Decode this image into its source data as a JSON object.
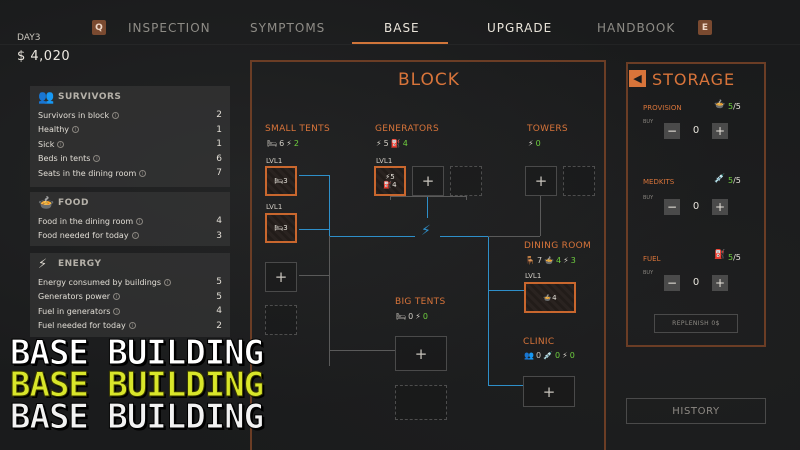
{
  "nav": {
    "left_key": "Q",
    "right_key": "E",
    "tabs": [
      "INSPECTION",
      "SYMPTOMS",
      "BASE",
      "UPGRADE",
      "HANDBOOK"
    ]
  },
  "status": {
    "day": "DAY3",
    "money": "$ 4,020"
  },
  "survivors": {
    "title": "SURVIVORS",
    "rows": [
      {
        "label": "Survivors in block",
        "value": "2"
      },
      {
        "label": "Healthy",
        "value": "1"
      },
      {
        "label": "Sick",
        "value": "1"
      },
      {
        "label": "Beds in tents",
        "value": "6"
      },
      {
        "label": "Seats in the dining room",
        "value": "7"
      }
    ]
  },
  "food": {
    "title": "FOOD",
    "rows": [
      {
        "label": "Food in the dining room",
        "value": "4"
      },
      {
        "label": "Food needed for today",
        "value": "3"
      }
    ]
  },
  "energy": {
    "title": "ENERGY",
    "rows": [
      {
        "label": "Energy consumed by buildings",
        "value": "5"
      },
      {
        "label": "Generators power",
        "value": "5"
      },
      {
        "label": "Fuel in generators",
        "value": "4"
      },
      {
        "label": "Fuel needed for today",
        "value": "2"
      }
    ]
  },
  "block": {
    "title": "BLOCK",
    "small_tents": {
      "title": "SMALL TENTS",
      "beds": "6",
      "energy": "2",
      "lvl1": "LVL1",
      "lvl2": "LVL1",
      "slot_beds_1": "3",
      "slot_beds_2": "3"
    },
    "generators": {
      "title": "GENERATORS",
      "power": "5",
      "fuel": "4",
      "lvl": "LVL1",
      "slot_power": "5",
      "slot_fuel": "4"
    },
    "towers": {
      "title": "TOWERS",
      "energy": "0"
    },
    "dining_room": {
      "title": "DINING ROOM",
      "seats": "7",
      "food": "4",
      "energy": "3",
      "lvl": "LVL1",
      "slot_food": "4"
    },
    "big_tents": {
      "title": "BIG TENTS",
      "beds": "0",
      "energy": "0"
    },
    "clinic": {
      "title": "CLINIC",
      "patients": "0",
      "meds": "0",
      "energy": "0"
    },
    "plus": "+"
  },
  "storage": {
    "title": "STORAGE",
    "buy": "BUY",
    "items": [
      {
        "label": "PROVISION",
        "count": "5",
        "max": "/5",
        "qty": "0"
      },
      {
        "label": "MEDKITS",
        "count": "5",
        "max": "/5",
        "qty": "0"
      },
      {
        "label": "FUEL",
        "count": "5",
        "max": "/5",
        "qty": "0"
      }
    ],
    "replenish": "REPLENISH 0$",
    "history": "HISTORY"
  },
  "overlay": {
    "line1": "BASE BUILDING",
    "line2": "BASE BUILDING",
    "line3": "BASE BUILDING"
  },
  "colors": {
    "accent": "#d8743a",
    "energy_line": "#2e8fc9",
    "positive": "#6fcf3f"
  }
}
